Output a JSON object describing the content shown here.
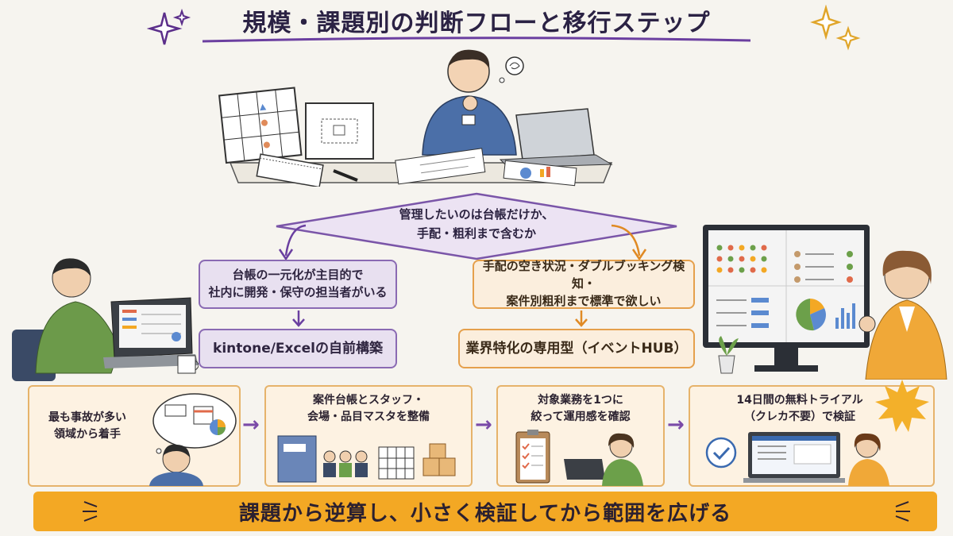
{
  "title": "規模・課題別の判断フローと移行ステップ",
  "decision": {
    "line1": "管理したいのは台帳だけか、",
    "line2": "手配・粗利まで含むか"
  },
  "left_branch": {
    "condition_line1": "台帳の一元化が主目的で",
    "condition_line2": "社内に開発・保守の担当者がいる",
    "result": "kintone/Excelの自前構築"
  },
  "right_branch": {
    "condition_line1": "手配の空き状況・ダブルブッキング検知・",
    "condition_line2": "案件別粗利まで標準で欲しい",
    "result": "業界特化の専用型（イベントHUB）"
  },
  "steps": [
    {
      "line1": "最も事故が多い",
      "line2": "領域から着手"
    },
    {
      "line1": "案件台帳とスタッフ・",
      "line2": "会場・品目マスタを整備"
    },
    {
      "line1": "対象業務を1つに",
      "line2": "絞って運用感を確認"
    },
    {
      "line1": "14日間の無料トライアル",
      "line2": "（クレカ不要）で検証"
    }
  ],
  "banner": "課題から逆算し、小さく検証してから範囲を広げる",
  "colors": {
    "purple": "#8a6ab3",
    "orange": "#e5a04c",
    "banner": "#f3a824",
    "step_bg": "#fdf2e2"
  }
}
